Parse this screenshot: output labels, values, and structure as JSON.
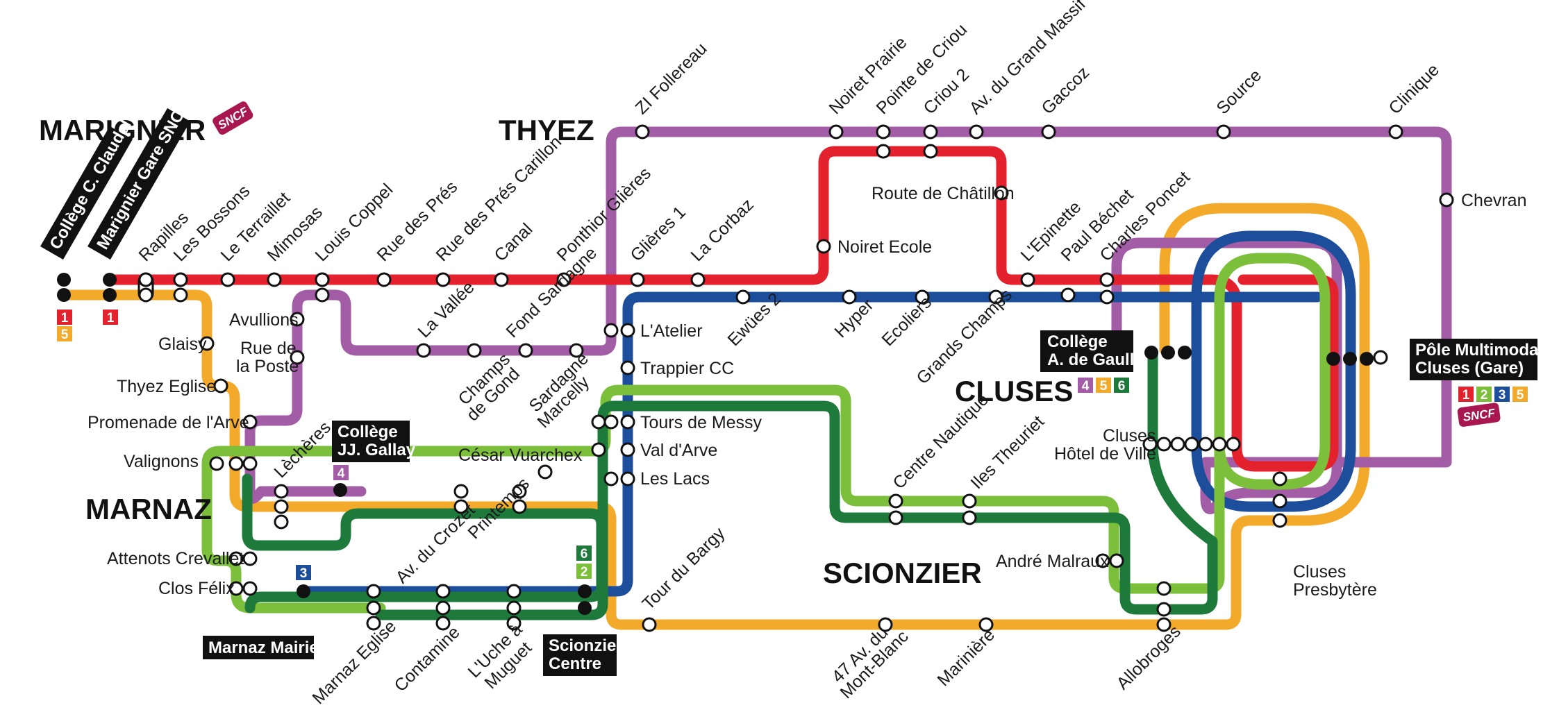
{
  "colors": {
    "line1": "#e4222e",
    "line2": "#7bbf3a",
    "line3": "#1c4e9c",
    "line4": "#a25da6",
    "line5": "#f3a92a",
    "line6": "#1d7a3a",
    "sncf": "#a8174f"
  },
  "cities": {
    "marignier": "MARIGNIER",
    "thyez": "THYEZ",
    "marnaz": "MARNAZ",
    "cluses": "CLUSES",
    "scionzier": "SCIONZIER"
  },
  "sncf_label": "SNCF",
  "terminals": {
    "college_claudel": "Collège C. Claudel",
    "marignier_gare": "Marignier Gare SNCF",
    "college_gallay": [
      "Collège",
      "JJ. Gallay"
    ],
    "college_gaulle": [
      "Collège",
      "A. de Gaulle"
    ],
    "pole_multimodal": [
      "Pôle Multimodal",
      "Cluses (Gare)"
    ],
    "marnaz_mairie": "Marnaz Mairie",
    "scionzier_centre": [
      "Scionzier",
      "Centre"
    ]
  },
  "line_badges": {
    "claudel": [
      "1",
      "5"
    ],
    "marignier_gare": [
      "1"
    ],
    "gallay": [
      "4"
    ],
    "marnaz_mairie": [
      "3"
    ],
    "scionzier": [
      "6",
      "2"
    ],
    "gaulle": [
      "4",
      "5",
      "6"
    ],
    "pole": [
      "1",
      "2",
      "3",
      "5"
    ]
  },
  "stations": {
    "rapilles": "Rapilles",
    "les_bossons": "Les Bossons",
    "le_terraillet": "Le Terraillet",
    "mimosas": "Mimosas",
    "louis_coppel": "Louis Coppel",
    "rue_des_pres": "Rue des Prés",
    "rue_des_pres_carillon": "Rue des Prés Carillon",
    "canal": "Canal",
    "ponthior_glieres": "Ponthior Glières",
    "glieres_1": "Glières 1",
    "la_corbaz": "La Corbaz",
    "zi_follereau": "ZI Follereau",
    "noiret_prairie": "Noiret Prairie",
    "pointe_de_criou": "Pointe de Criou",
    "criou_2": "Criou 2",
    "av_grand_massif": "Av. du Grand Massif",
    "gaccoz": "Gaccoz",
    "source": "Source",
    "clinique": "Clinique",
    "chevran": "Chevran",
    "route_chatillon": "Route de Châtillon",
    "noiret_ecole": "Noiret Ecole",
    "l_epinette": "L'Epinette",
    "paul_bechet": "Paul Béchet",
    "charles_poncet": "Charles Poncet",
    "la_vallee": "La Vallée",
    "fond_sardagne": "Fond Sardagne",
    "champs_de_gond": [
      "Champs",
      "de Gond"
    ],
    "sardagne_marcelly": [
      "Sardagne",
      "Marcelly"
    ],
    "l_atelier": "L'Atelier",
    "ewues_2": "Ewües 2",
    "hyper": "Hyper",
    "ecoliers": "Ecoliers",
    "grands_champs": "Grands Champs",
    "trappier_cc": "Trappier CC",
    "tours_de_messy": "Tours de Messy",
    "val_d_arve": "Val d'Arve",
    "les_lacs": "Les Lacs",
    "cesar_vuarchex": "César Vuarchex",
    "glaisy": "Glaisy",
    "avullions": "Avullions",
    "rue_de_la_poste": [
      "Rue de",
      "la Poste"
    ],
    "thyez_eglise": "Thyez Eglise",
    "promenade_arve": "Promenade de l'Arve",
    "valignons": "Valignons",
    "lecheres": "Lèchères",
    "av_du_crozet": "Av. du Crozet",
    "printemps": "Printemps",
    "attenots_crevallet": "Attenots Crevallet",
    "clos_felix": "Clos Félix",
    "marnaz_eglise": "Marnaz Eglise",
    "contamine": "Contamine",
    "l_uche_muguet": [
      "L'Uche à",
      "Muguet"
    ],
    "tour_du_bargy": "Tour du Bargy",
    "av_mont_blanc": [
      "47 Av. du",
      "Mont-Blanc"
    ],
    "mariniere": "Marinière",
    "allobroges": "Allobroges",
    "centre_nautique": "Centre Nautique",
    "iles_theuriet": "Iles Theuriet",
    "andre_malraux": "André Malraux",
    "cluses_hotel_de_ville": [
      "Cluses",
      "Hôtel de Ville"
    ],
    "cluses_presbytere": [
      "Cluses",
      "Presbytère"
    ]
  }
}
